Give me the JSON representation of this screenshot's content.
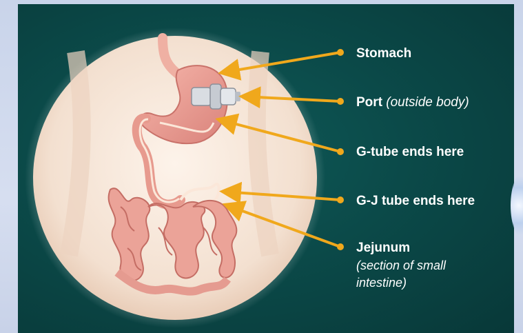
{
  "labels": {
    "stomach": "Stomach",
    "port": "Port",
    "port_note": "(outside body)",
    "gtube": "G-tube ends here",
    "gjtube": "G-J tube ends here",
    "jejunum": "Jejunum",
    "jejunum_line1": "(section of small",
    "jejunum_line2": "intestine)"
  },
  "colors": {
    "panel": "#0b4a49",
    "arrow": "#f0a81c",
    "label_text": "#ffffff",
    "organ": "#e8a39a",
    "skin": "#f5e4d6"
  }
}
